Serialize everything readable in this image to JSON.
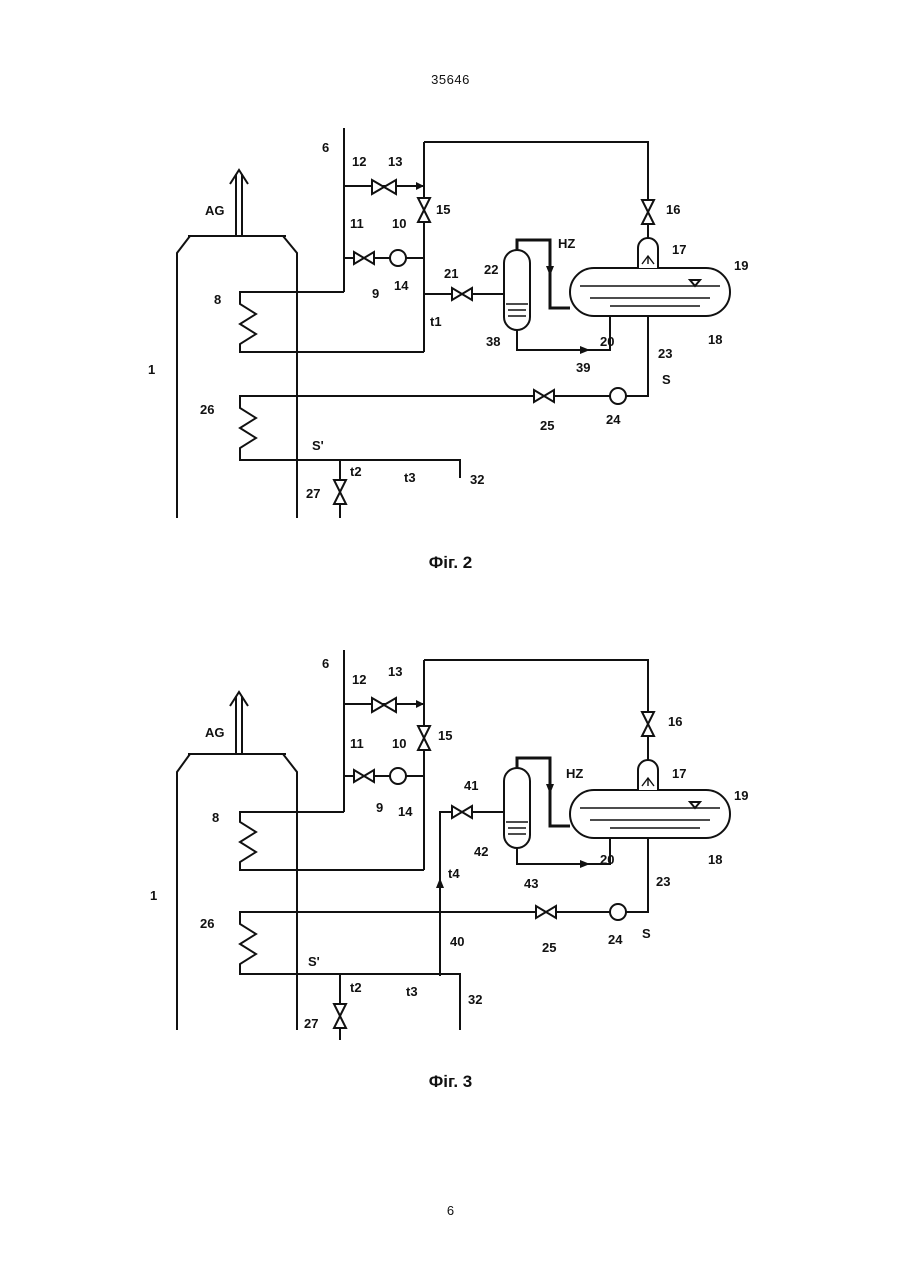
{
  "header": {
    "doc_number": "35646"
  },
  "footer": {
    "page_number": "6"
  },
  "figures": [
    {
      "caption": "Фіг. 2",
      "labels": {
        "l6": "6",
        "l12": "12",
        "l13": "13",
        "l15": "15",
        "l16": "16",
        "lAG": "AG",
        "l11": "11",
        "l10": "10",
        "lHZ": "HZ",
        "l17": "17",
        "l19": "19",
        "l21": "21",
        "l22": "22",
        "l9": "9",
        "l14": "14",
        "l8": "8",
        "lt1": "t1",
        "l38": "38",
        "l20": "20",
        "l18": "18",
        "l23": "23",
        "l39": "39",
        "l1": "1",
        "lS": "S",
        "l26": "26",
        "l25": "25",
        "l24": "24",
        "lSp": "S'",
        "lt2": "t2",
        "lt3": "t3",
        "l32": "32",
        "l27": "27"
      }
    },
    {
      "caption": "Фіг. 3",
      "labels": {
        "l6": "6",
        "l12": "12",
        "l13": "13",
        "l15": "15",
        "l16": "16",
        "lAG": "AG",
        "l11": "11",
        "l10": "10",
        "lHZ": "HZ",
        "l17": "17",
        "l19": "19",
        "l41": "41",
        "l9": "9",
        "l14": "14",
        "l8": "8",
        "l42": "42",
        "l20": "20",
        "l18": "18",
        "lt4": "t4",
        "l43": "43",
        "l23": "23",
        "l1": "1",
        "l26": "26",
        "l40": "40",
        "l25": "25",
        "l24": "24",
        "lS": "S",
        "lSp": "S'",
        "lt2": "t2",
        "lt3": "t3",
        "l32": "32",
        "l27": "27"
      }
    }
  ]
}
